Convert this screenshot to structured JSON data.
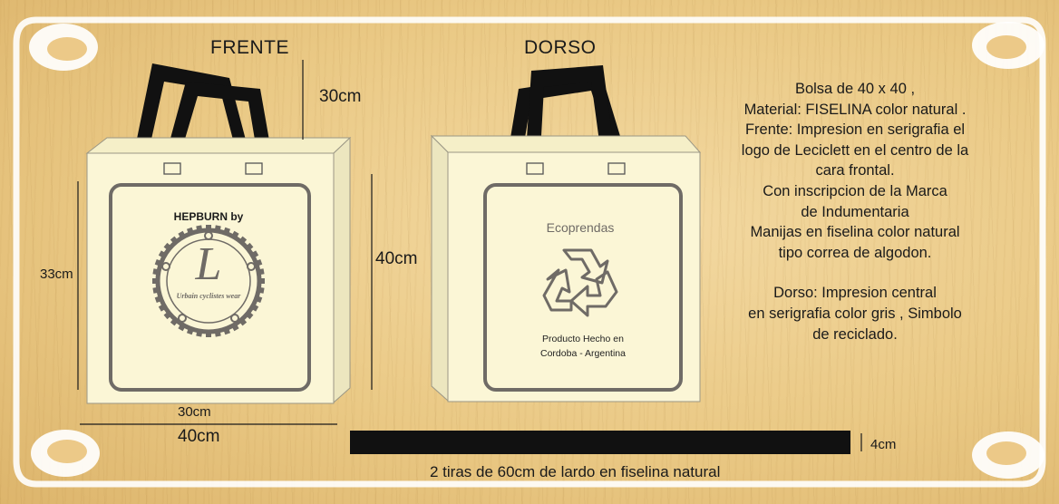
{
  "front": {
    "title": "FRENTE",
    "brand_line": "HEPBURN by",
    "logo_letter": "L",
    "logo_tagline": "Urbain cyclistes wear"
  },
  "back": {
    "title": "DORSO",
    "print_title": "Ecoprendas",
    "print_line1": "Producto Hecho en",
    "print_line2": "Cordoba - Argentina"
  },
  "dimensions": {
    "handle_height": "30cm",
    "bag_height": "40cm",
    "print_height": "33cm",
    "print_width": "30cm",
    "bag_width": "40cm",
    "strap_width": "4cm"
  },
  "description": [
    "Bolsa de 40 x 40 ,",
    "Material:  FISELINA color natural .",
    "Frente: Impresion en serigrafia el",
    "logo de Leciclett en el centro de la",
    "cara frontal.",
    "Con inscripcion de la Marca",
    "de Indumentaria",
    "Manijas  en fiselina color natural",
    "tipo correa de algodon.",
    "",
    "Dorso: Impresion central",
    "en serigrafia color gris , Simbolo",
    "de reciclado."
  ],
  "strap_caption": "2 tiras  de 60cm  de lardo en  fiselina natural",
  "colors": {
    "bag_fill": "#fbf6d6",
    "print_gray": "#6f6b66",
    "handle_black": "#111111",
    "wood": "#eac985"
  },
  "icons": {
    "recycle": "recycle-icon",
    "chainring_logo": "chainring-logo-icon"
  }
}
